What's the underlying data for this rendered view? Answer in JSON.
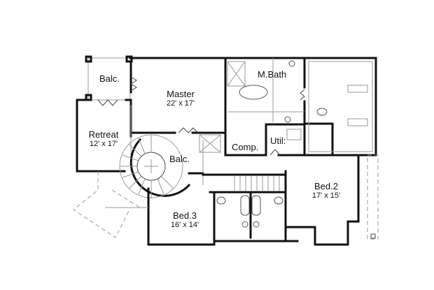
{
  "plan": {
    "type": "floor-plan",
    "rooms": [
      {
        "id": "balc-top",
        "name": "Balc.",
        "dims": ""
      },
      {
        "id": "master",
        "name": "Master",
        "dims": "22' x 17'"
      },
      {
        "id": "mbath",
        "name": "M.Bath",
        "dims": ""
      },
      {
        "id": "retreat",
        "name": "Retreat",
        "dims": "12' x 17'"
      },
      {
        "id": "balc-stair",
        "name": "Balc.",
        "dims": ""
      },
      {
        "id": "comp",
        "name": "Comp.",
        "dims": ""
      },
      {
        "id": "util",
        "name": "Util:",
        "dims": ""
      },
      {
        "id": "bed2",
        "name": "Bed.2",
        "dims": "17' x 15'"
      },
      {
        "id": "bed3",
        "name": "Bed.3",
        "dims": "16' x 14'"
      }
    ],
    "colors": {
      "wall": "#111111",
      "fixture": "#555555",
      "dashed": "#999999",
      "background": "#ffffff"
    }
  }
}
